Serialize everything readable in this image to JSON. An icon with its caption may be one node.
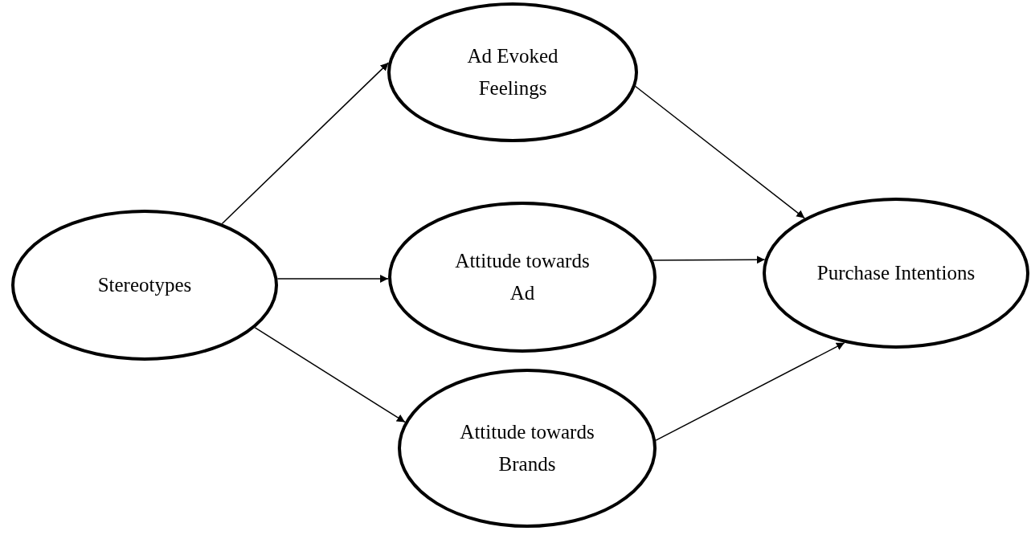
{
  "diagram": {
    "nodes": [
      {
        "text": [
          "Stereotypes"
        ]
      },
      {
        "text": [
          "Ad Evoked Feelings"
        ]
      },
      {
        "text": [
          "Attitude towards Ad"
        ]
      },
      {
        "text": [
          "Attitude towards Brands"
        ]
      },
      {
        "text": [
          "Purchase Intentions"
        ]
      }
    ],
    "edges": [
      {
        "from": 0,
        "to": 1,
        "arrow": "to"
      },
      {
        "from": 0,
        "to": 2,
        "arrow": "to"
      },
      {
        "from": 0,
        "to": 3,
        "arrow": "to"
      },
      {
        "from": 1,
        "to": 4,
        "arrow": "to"
      },
      {
        "from": 2,
        "to": 4,
        "arrow": "to"
      },
      {
        "from": 3,
        "to": 4,
        "arrow": "to"
      }
    ]
  }
}
